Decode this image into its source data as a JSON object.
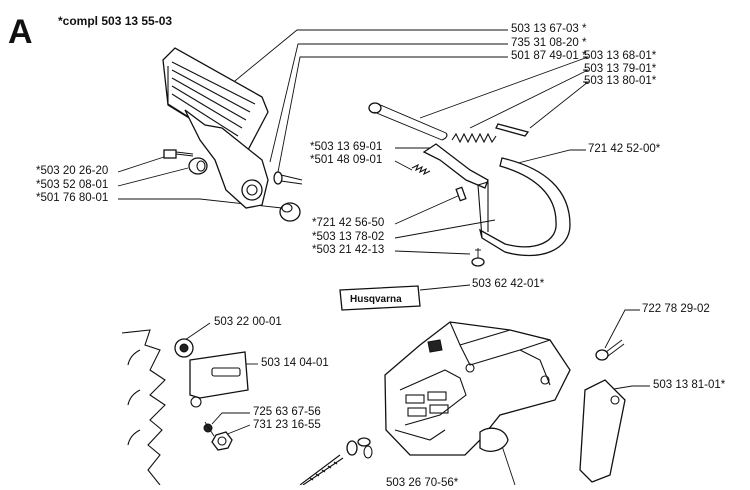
{
  "section_letter": "A",
  "assembly_label": "*compl 503 13 55-03",
  "brand_logo_text": "Husqvarna",
  "part_labels": [
    "503 13 67-03 *",
    "735 31 08-20 *",
    "501 87 49-01 *",
    "503 13 68-01*",
    "503 13 79-01*",
    "503 13 80-01*",
    "*503 13 69-01",
    "*501 48 09-01",
    "721 42 52-00*",
    "*503 20 26-20",
    "*503 52 08-01",
    "*501 76 80-01",
    "*721 42 56-50",
    "*503 13 78-02",
    "*503 21 42-13",
    "503 62 42-01*",
    "503 22 00-01",
    "503 14 04-01",
    "722 78 29-02",
    "503 13 81-01*",
    "725 63 67-56",
    "731 23 16-55",
    "503 26 70-56*"
  ]
}
